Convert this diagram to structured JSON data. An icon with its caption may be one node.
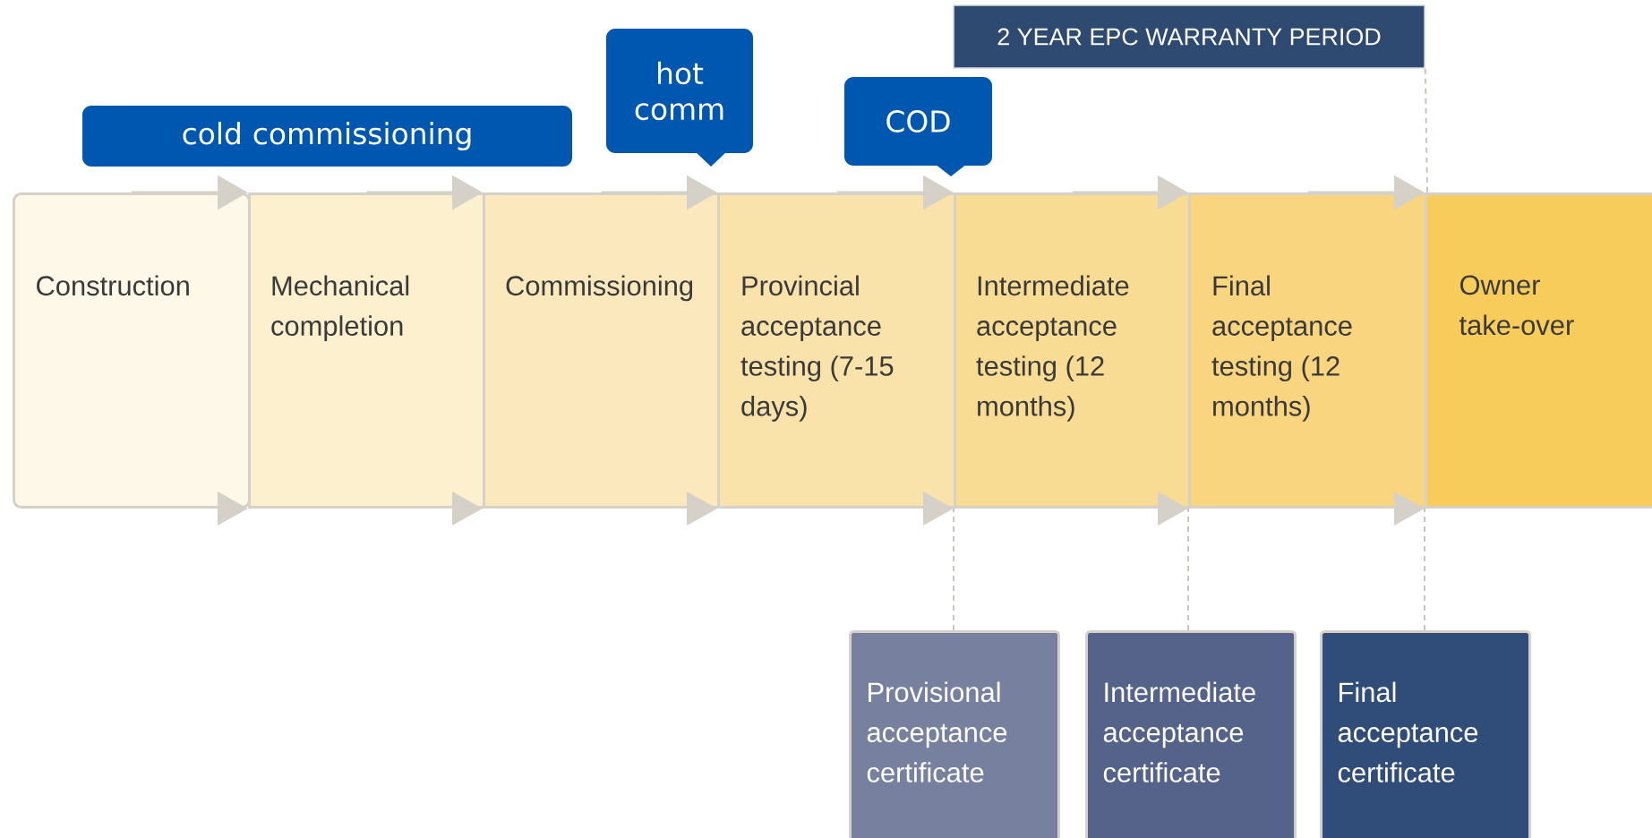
{
  "diagram": {
    "nodes": [
      {
        "text": [
          "2 YEAR EPC WARRANTY PERIOD"
        ]
      },
      {
        "text": [
          "hot comm"
        ]
      },
      {
        "text": [
          "COD"
        ]
      },
      {
        "text": [
          "cold commissioning"
        ]
      },
      {
        "text": [
          "Construction"
        ]
      },
      {
        "text": [
          "Mechanical completion"
        ]
      },
      {
        "text": [
          "Commissioning"
        ]
      },
      {
        "text": [
          "Provincial acceptance testing (7-15 days)"
        ]
      },
      {
        "text": [
          "Intermediate acceptance testing (12 months)"
        ]
      },
      {
        "text": [
          "Final acceptance testing (12 months)"
        ]
      },
      {
        "text": [
          "Owner take-over"
        ]
      },
      {
        "text": [
          "Provisional acceptance certificate"
        ]
      },
      {
        "text": [
          "Intermediate acceptance certificate"
        ]
      },
      {
        "text": [
          "Final acceptance certificate"
        ]
      }
    ],
    "edges": [
      {
        "from": 0,
        "to": 9,
        "arrow": "none",
        "style": "dashed"
      },
      {
        "from": 11,
        "to": 8,
        "arrow": "none",
        "style": "dashed"
      },
      {
        "from": 12,
        "to": 8,
        "arrow": "none",
        "style": "dashed"
      },
      {
        "from": 13,
        "to": 9,
        "arrow": "none",
        "style": "dashed"
      },
      {
        "from": 4,
        "to": 5,
        "arrow": "to"
      },
      {
        "from": 5,
        "to": 6,
        "arrow": "to"
      },
      {
        "from": 6,
        "to": 7,
        "arrow": "to"
      },
      {
        "from": 7,
        "to": 8,
        "arrow": "to"
      },
      {
        "from": 8,
        "to": 9,
        "arrow": "to"
      },
      {
        "from": 9,
        "to": 10,
        "arrow": "to"
      }
    ]
  }
}
